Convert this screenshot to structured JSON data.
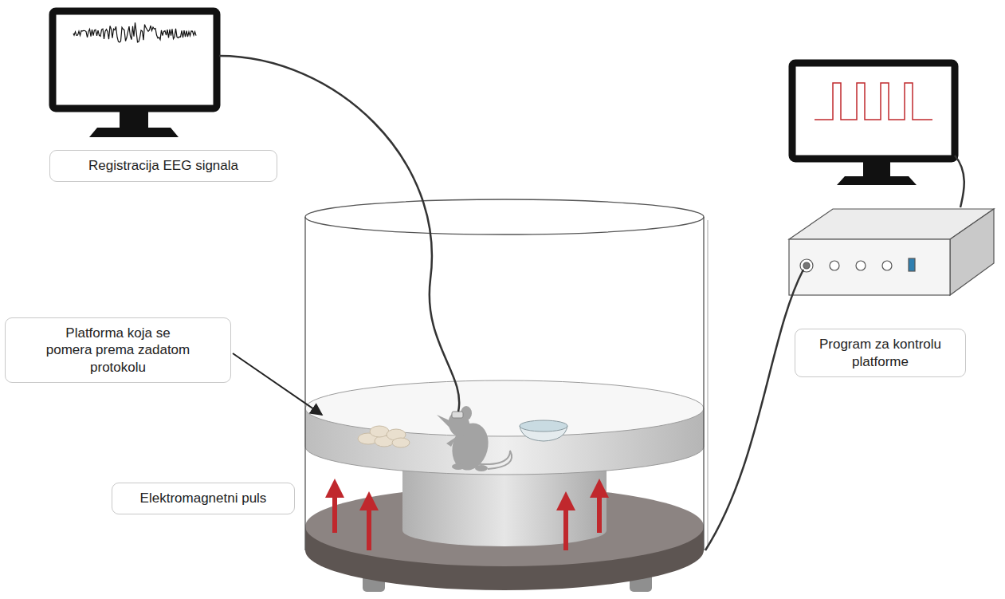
{
  "diagram": {
    "nodes": [
      {
        "text": [
          "Registracija EEG signala"
        ]
      },
      {
        "text": [
          "Platforma koja se pomera prema zadatom protokolu"
        ]
      },
      {
        "text": [
          "Elektromagnetni puls"
        ]
      },
      {
        "text": [
          "Program za kontrolu platforme"
        ]
      }
    ]
  }
}
